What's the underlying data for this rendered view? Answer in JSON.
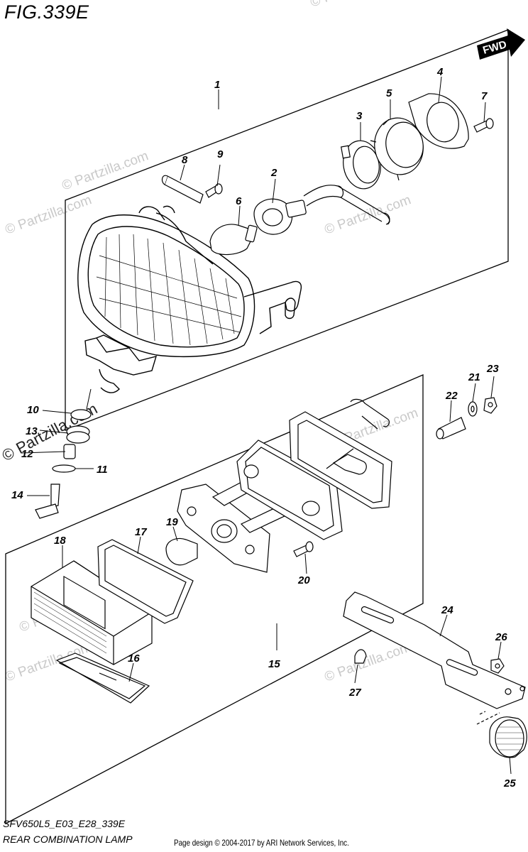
{
  "figure": {
    "title": "FIG.339E",
    "fwd_label": "FWD",
    "model_code": "SFV650L5_E03_E28_339E",
    "diagram_name": "REAR COMBINATION LAMP",
    "copyright": "Page design © 2004-2017 by ARI Network Services, Inc."
  },
  "watermark": {
    "text": "© Partzilla.com",
    "color": "#c9c9c9"
  },
  "callouts": [
    "1",
    "2",
    "3",
    "4",
    "5",
    "6",
    "7",
    "8",
    "9",
    "10",
    "11",
    "12",
    "13",
    "14",
    "15",
    "16",
    "17",
    "18",
    "19",
    "20",
    "21",
    "22",
    "23",
    "24",
    "25",
    "26",
    "27"
  ]
}
